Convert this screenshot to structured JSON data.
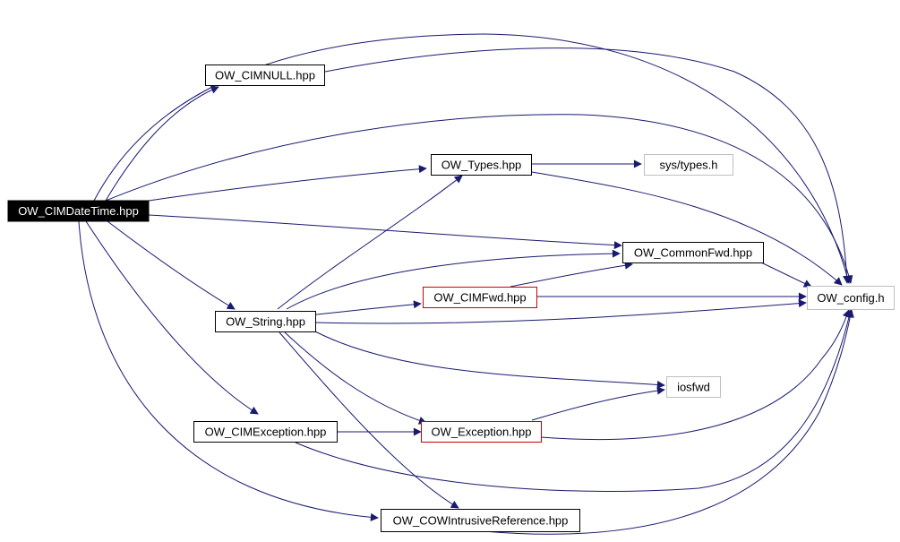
{
  "colors": {
    "edge": "#191970",
    "node_border_default": "#000000",
    "node_border_bad": "#cc0000",
    "node_border_external": "#bfbfbf",
    "focus_fill": "#000000",
    "focus_text": "#ffffff",
    "text": "#000000"
  },
  "nodes": {
    "cimdatetime": {
      "label": "OW_CIMDateTime.hpp",
      "kind": "focus"
    },
    "cimnull": {
      "label": "OW_CIMNULL.hpp",
      "kind": "normal"
    },
    "types": {
      "label": "OW_Types.hpp",
      "kind": "normal"
    },
    "systypes": {
      "label": "sys/types.h",
      "kind": "external"
    },
    "commonfwd": {
      "label": "OW_CommonFwd.hpp",
      "kind": "normal"
    },
    "cimfwd": {
      "label": "OW_CIMFwd.hpp",
      "kind": "incomplete"
    },
    "config": {
      "label": "OW_config.h",
      "kind": "external"
    },
    "string": {
      "label": "OW_String.hpp",
      "kind": "normal"
    },
    "iosfwd": {
      "label": "iosfwd",
      "kind": "external"
    },
    "cimexception": {
      "label": "OW_CIMException.hpp",
      "kind": "normal"
    },
    "exception": {
      "label": "OW_Exception.hpp",
      "kind": "incomplete"
    },
    "cowintrusive": {
      "label": "OW_COWIntrusiveReference.hpp",
      "kind": "normal"
    }
  }
}
